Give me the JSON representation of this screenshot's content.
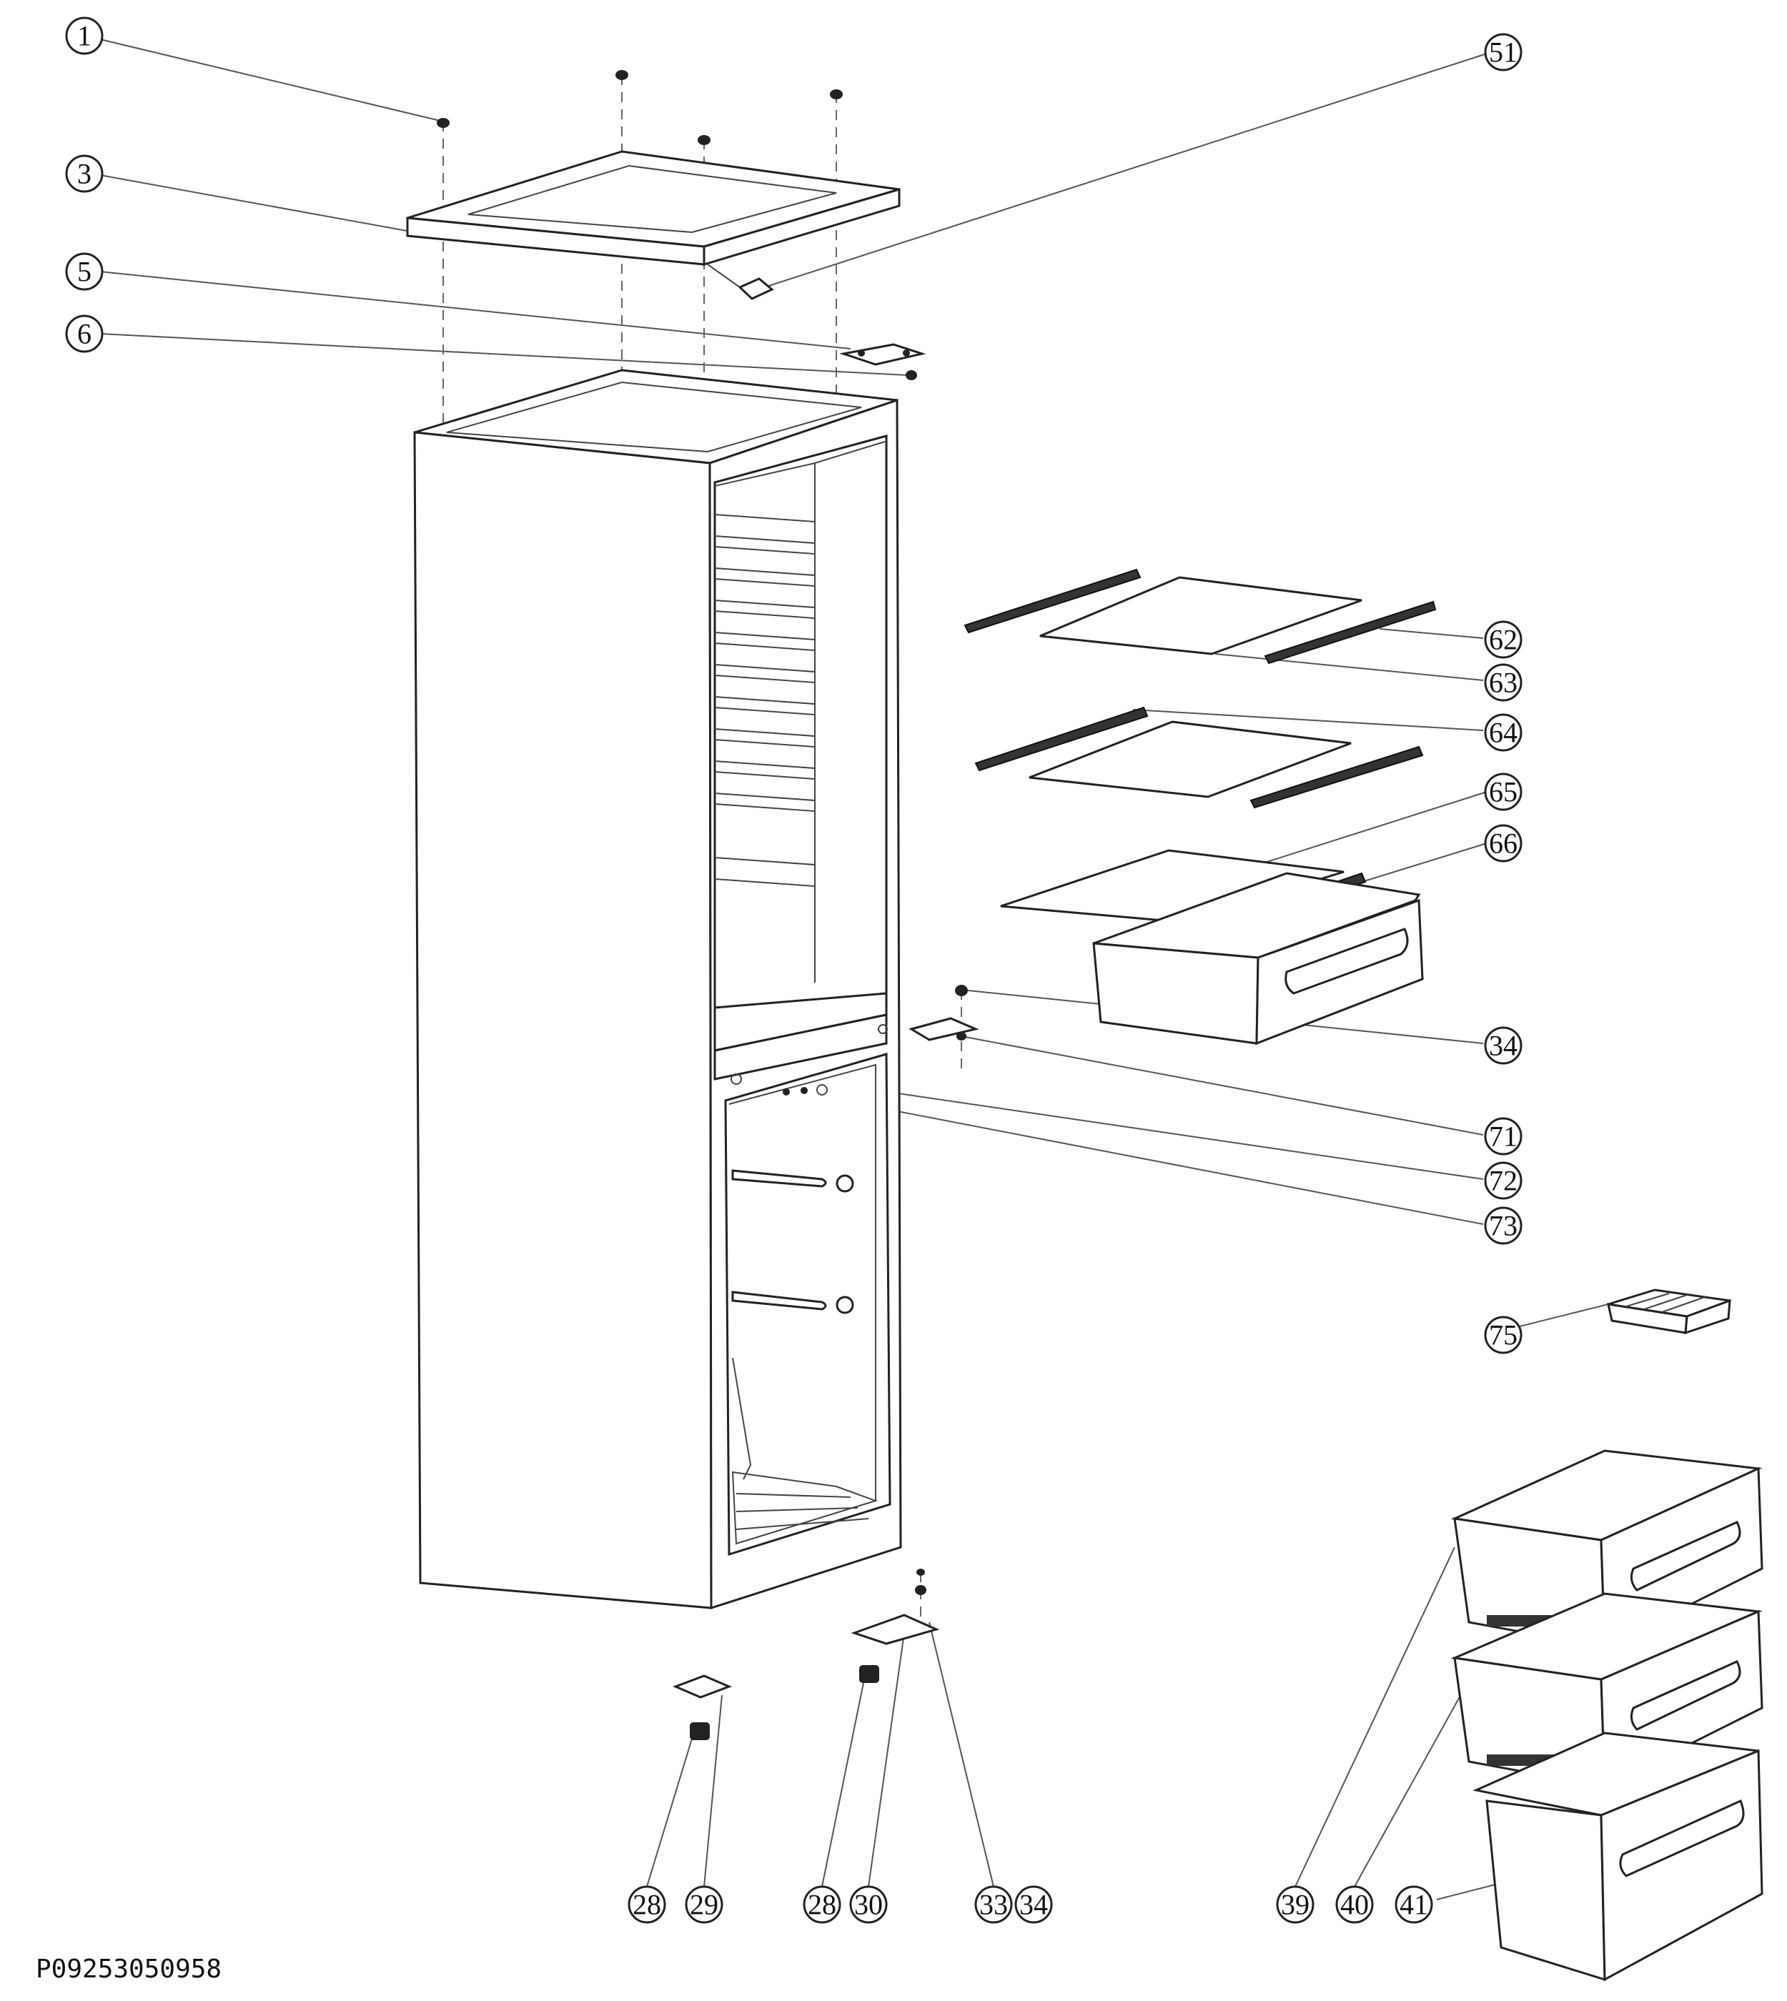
{
  "document_code": "P09253050958",
  "callouts": [
    {
      "id": "c1",
      "label": "1"
    },
    {
      "id": "c3",
      "label": "3"
    },
    {
      "id": "c5",
      "label": "5"
    },
    {
      "id": "c6",
      "label": "6"
    },
    {
      "id": "c51",
      "label": "51"
    },
    {
      "id": "c62",
      "label": "62"
    },
    {
      "id": "c63",
      "label": "63"
    },
    {
      "id": "c64",
      "label": "64"
    },
    {
      "id": "c65",
      "label": "65"
    },
    {
      "id": "c66",
      "label": "66"
    },
    {
      "id": "c34a",
      "label": "34"
    },
    {
      "id": "c71",
      "label": "71"
    },
    {
      "id": "c72",
      "label": "72"
    },
    {
      "id": "c73",
      "label": "73"
    },
    {
      "id": "c75",
      "label": "75"
    },
    {
      "id": "c28a",
      "label": "28"
    },
    {
      "id": "c29",
      "label": "29"
    },
    {
      "id": "c28b",
      "label": "28"
    },
    {
      "id": "c30",
      "label": "30"
    },
    {
      "id": "c33",
      "label": "33"
    },
    {
      "id": "c34b",
      "label": "34"
    },
    {
      "id": "c39",
      "label": "39"
    },
    {
      "id": "c40",
      "label": "40"
    },
    {
      "id": "c41",
      "label": "41"
    }
  ]
}
